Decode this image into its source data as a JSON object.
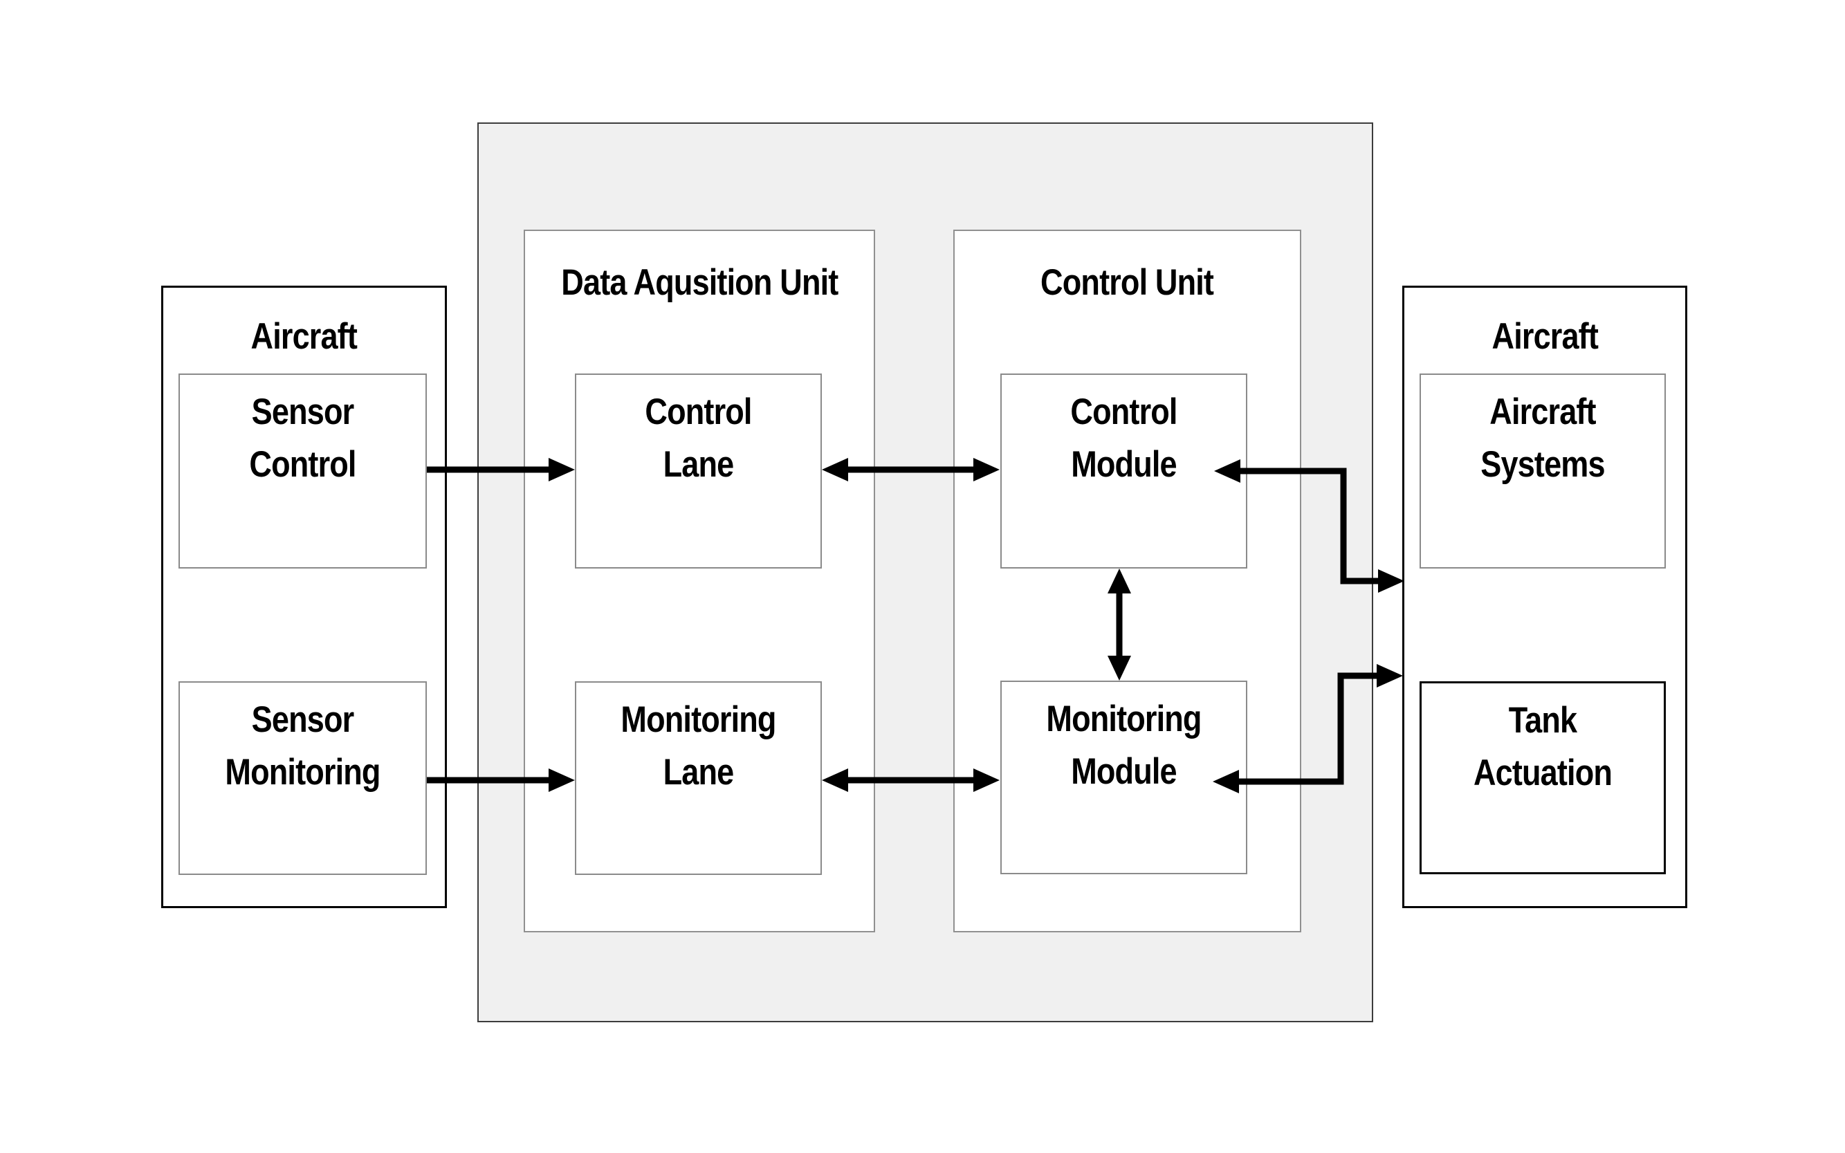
{
  "diagram_title": "",
  "containers": {
    "left_aircraft_title": "Aircraft",
    "data_acquisition_unit_title": "Data Aqusition Unit",
    "control_unit_title": "Control Unit",
    "right_aircraft_title": "Aircraft"
  },
  "boxes": {
    "sensor_control": "Sensor\nControl",
    "sensor_monitoring": "Sensor\nMonitoring",
    "control_lane": "Control\nLane",
    "monitoring_lane": "Monitoring\nLane",
    "control_module": "Control\nModule",
    "monitoring_module": "Monitoring\nModule",
    "aircraft_systems": "Aircraft\nSystems",
    "tank_actuation": "Tank Actuation"
  },
  "edges": [
    {
      "from": "Sensor Control",
      "to": "Control Lane",
      "type": "arrow"
    },
    {
      "from": "Sensor Monitoring",
      "to": "Monitoring Lane",
      "type": "arrow"
    },
    {
      "from": "Control Lane",
      "to": "Control Module",
      "type": "double-arrow"
    },
    {
      "from": "Monitoring Lane",
      "to": "Monitoring Module",
      "type": "double-arrow"
    },
    {
      "from": "Control Module",
      "to": "Monitoring Module",
      "type": "double-arrow"
    },
    {
      "from": "Control Module",
      "to": "Aircraft (right)",
      "type": "double-arrow-elbow"
    },
    {
      "from": "Monitoring Module",
      "to": "Aircraft (right)",
      "type": "double-arrow-elbow"
    }
  ],
  "colors": {
    "background": "#ffffff",
    "panel_gray": "#f0f0f0",
    "line": "#000000",
    "thin_border_gray": "#8a8a8a"
  }
}
